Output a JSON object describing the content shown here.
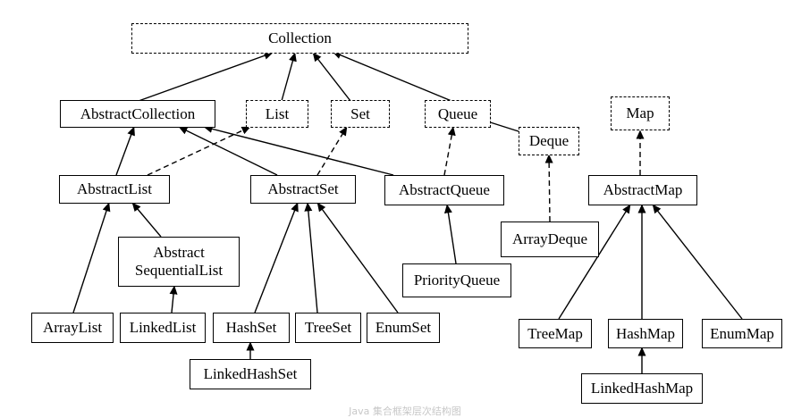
{
  "colors": {
    "line": "#000000",
    "background": "#ffffff"
  },
  "nodes": {
    "collection": "Collection",
    "abstract_collection": "AbstractCollection",
    "list": "List",
    "set": "Set",
    "queue": "Queue",
    "deque": "Deque",
    "map": "Map",
    "abstract_list": "AbstractList",
    "abstract_set": "AbstractSet",
    "abstract_queue": "AbstractQueue",
    "abstract_map": "AbstractMap",
    "abstract_sequential_list": "Abstract\nSequentialList",
    "array_deque": "ArrayDeque",
    "priority_queue": "PriorityQueue",
    "array_list": "ArrayList",
    "linked_list": "LinkedList",
    "hash_set": "HashSet",
    "tree_set": "TreeSet",
    "enum_set": "EnumSet",
    "linked_hash_set": "LinkedHashSet",
    "tree_map": "TreeMap",
    "hash_map": "HashMap",
    "enum_map": "EnumMap",
    "linked_hash_map": "LinkedHashMap"
  },
  "caption": "Java 集合框架层次结构图"
}
